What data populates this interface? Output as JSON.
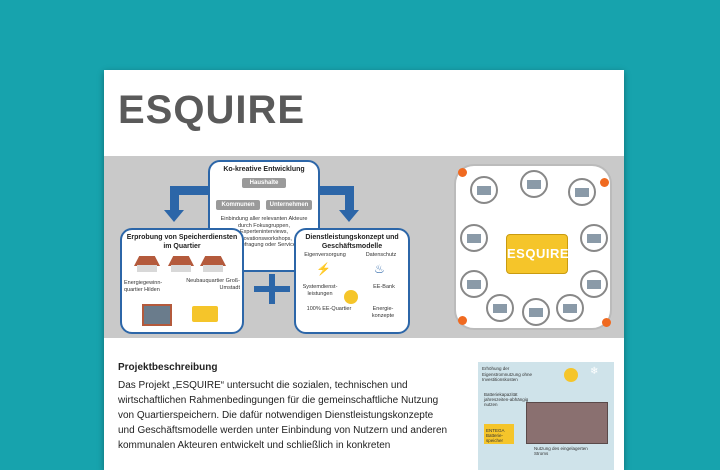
{
  "title": "ESQUIRE",
  "diagram": {
    "top_box": {
      "title": "Ko-kreative Entwicklung",
      "tags": [
        "Haushalte",
        "Kommunen",
        "Unternehmen"
      ],
      "text": "Einbindung aller relevanten Akteure durch Fokusgruppen, Experteninterviews, Innovationsworkshops, Onlinebefragung oder ServiceLab"
    },
    "left_box": {
      "title": "Erprobung von Speicherdiensten im Quartier",
      "label1": "Energiegewinn-quartier Hilden",
      "label2": "Neubauquartier Groß-Umstadt"
    },
    "right_box": {
      "title": "Dienstleistungskonzept und Geschäftsmodelle",
      "items": [
        "Eigenversorgung",
        "Datenschutz",
        "Systemdienst-leistungen",
        "EE-Bank",
        "100% EE-Quartier",
        "Energie-konzepte"
      ]
    },
    "battery_label": "ESQUIRE"
  },
  "section_heading": "Projektbeschreibung",
  "body_lines": [
    "Das Projekt „ESQUIRE“ untersucht die sozialen, technischen und",
    "wirtschaftlichen Rahmenbedingungen für die gemeinschaftliche Nutzung",
    "von Quartierspeichern. Die dafür notwendigen Dienstleistungskonzepte",
    "und Geschäftsmodelle werden unter Einbindung von Nutzern und anderen",
    "kommunalen Akteuren entwickelt und schließlich in konkreten"
  ],
  "side_figure": {
    "caption": "Erhöhung der Eigenstromnutzung ohne Investitionskosten",
    "label1": "Batteriekapazität jahreszeiten-abhängig nutzen",
    "label2": "ENTEGA Batterie-speicher",
    "label3": "Nutzung des eingelagerten Stroms"
  },
  "colors": {
    "background": "#17a3ad",
    "accent_blue": "#2c66a8",
    "battery_yellow": "#f5c52a",
    "node_orange": "#f06a20"
  }
}
